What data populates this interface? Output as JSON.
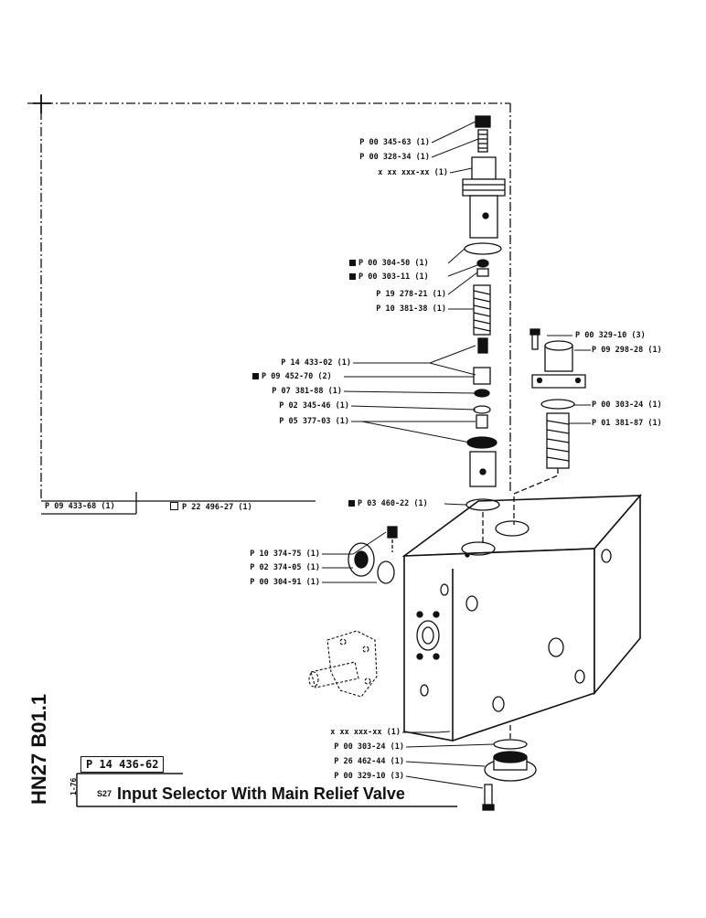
{
  "document": {
    "code": "HN27 B01.1",
    "date": "1-76",
    "part_no": "P 14 436-62",
    "section": "S27",
    "title": "Input Selector With Main Relief Valve"
  },
  "reference_boxes": {
    "left": "P 09 433-68 (1)",
    "right": "P 22 496-27 (1)"
  },
  "callouts": {
    "c01": "P 00 345-63 (1)",
    "c02": "P 00 328-34 (1)",
    "c03": "x  xx  xxx-xx (1)",
    "c04": "P 00 304-50 (1)",
    "c05": "P 00 303-11 (1)",
    "c06": "P 19 278-21 (1)",
    "c07": "P 10 381-38 (1)",
    "c08": "P 14 433-02 (1)",
    "c09": "P 09 452-70 (2)",
    "c10": "P 07 381-88 (1)",
    "c11": "P 02 345-46 (1)",
    "c12": "P 05 377-03 (1)",
    "c13": "P 03 460-22 (1)",
    "c14": "P 00 329-10 (3)",
    "c15": "P 09 298-28 (1)",
    "c16": "P 00 303-24 (1)",
    "c17": "P 01 381-87 (1)",
    "c18": "P 10 374-75 (1)",
    "c19": "P 02 374-05 (1)",
    "c20": "P 00 304-91 (1)",
    "c21": "x  xx  xxx-xx (1)",
    "c22": "P 00 303-24 (1)",
    "c23": "P 26 462-44 (1)",
    "c24": "P 00 329-10 (3)"
  }
}
